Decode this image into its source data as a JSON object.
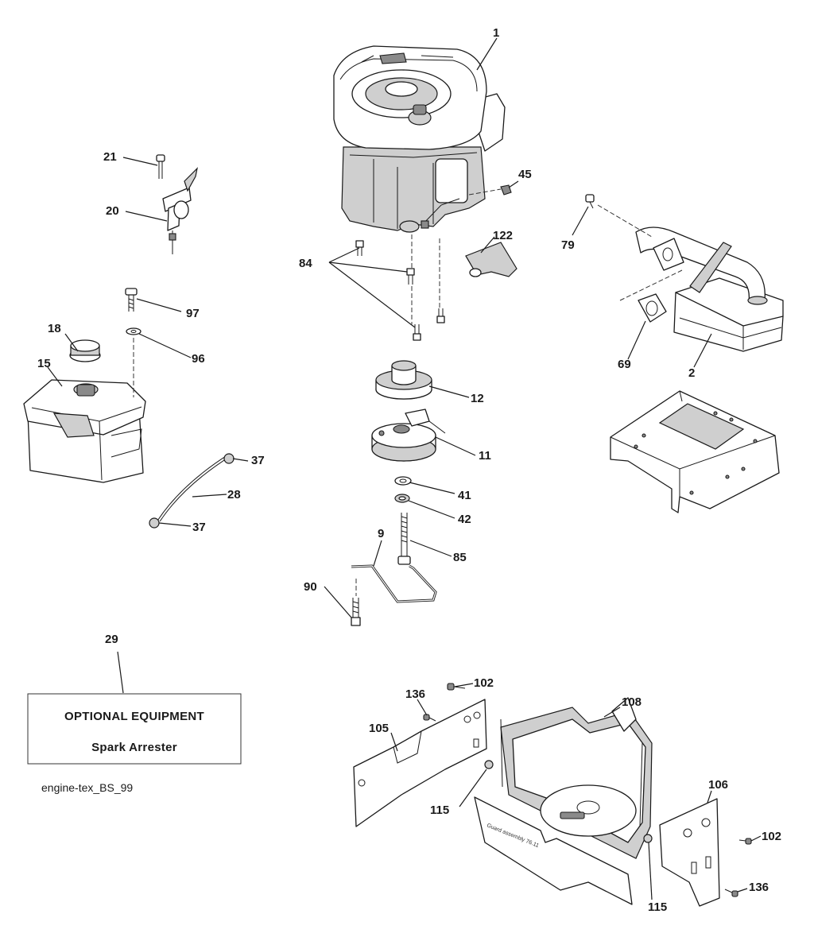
{
  "callouts": {
    "c1": "1",
    "c2": "2",
    "c9": "9",
    "c11": "11",
    "c12": "12",
    "c15": "15",
    "c18": "18",
    "c20": "20",
    "c21": "21",
    "c28": "28",
    "c29": "29",
    "c37a": "37",
    "c37b": "37",
    "c41": "41",
    "c42": "42",
    "c45": "45",
    "c69": "69",
    "c79": "79",
    "c84": "84",
    "c85": "85",
    "c90": "90",
    "c96": "96",
    "c97": "97",
    "c102a": "102",
    "c102b": "102",
    "c105": "105",
    "c106": "106",
    "c108": "108",
    "c115a": "115",
    "c115b": "115",
    "c122": "122",
    "c136a": "136",
    "c136b": "136"
  },
  "optional_box": {
    "heading": "OPTIONAL EQUIPMENT",
    "item": "Spark Arrester"
  },
  "diagram_ref": "engine-tex_BS_99",
  "guard_stamp": "Guard assembly 76.11"
}
